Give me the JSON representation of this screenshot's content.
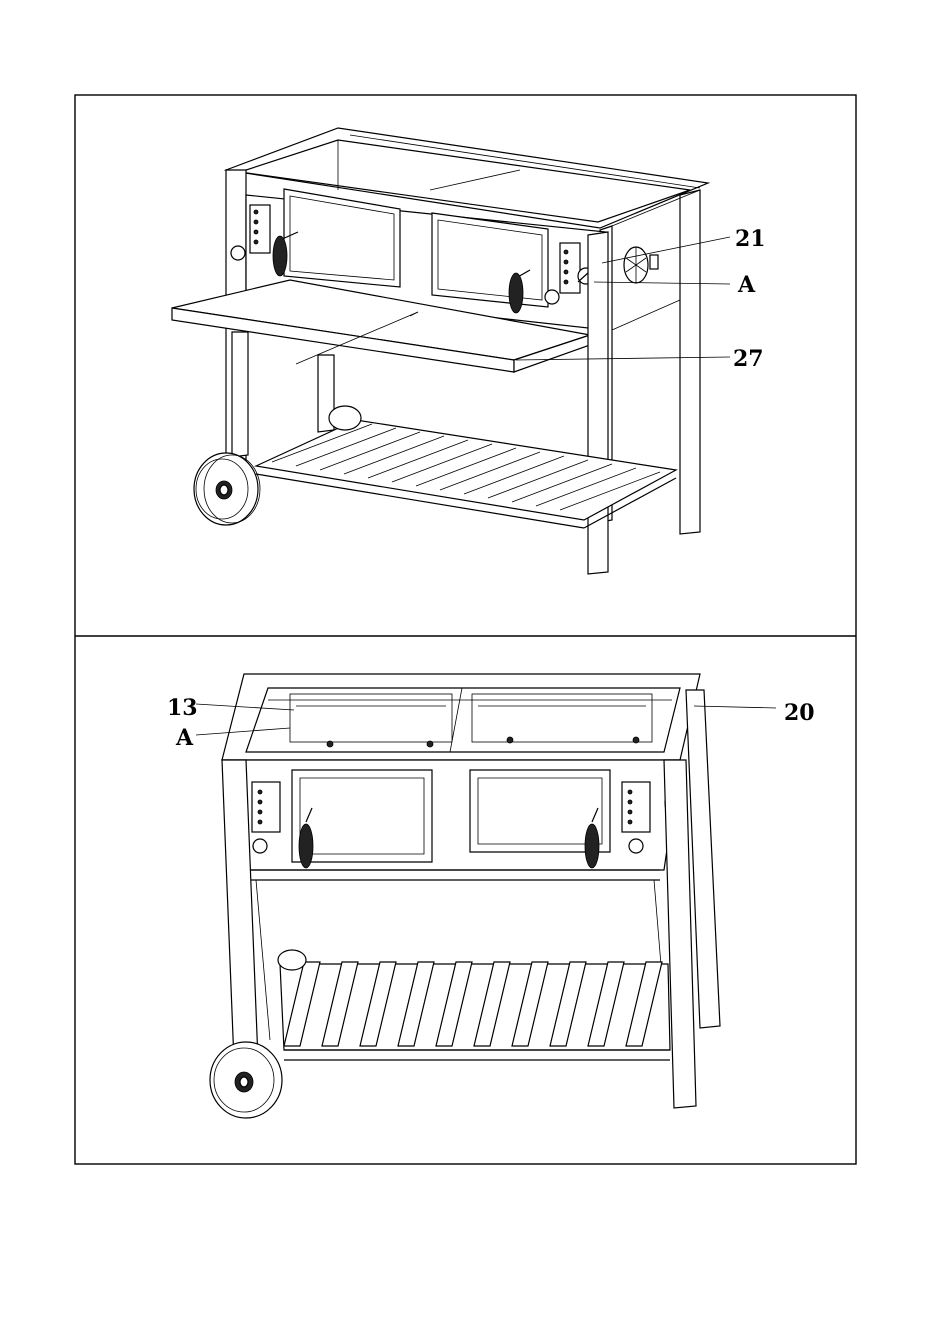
{
  "panels": [
    {
      "id": "top",
      "callouts": [
        {
          "label": "21"
        },
        {
          "label": "A"
        },
        {
          "label": "27"
        }
      ]
    },
    {
      "id": "bottom",
      "callouts": [
        {
          "label": "13"
        },
        {
          "label": "A"
        },
        {
          "label": "20"
        }
      ]
    }
  ]
}
